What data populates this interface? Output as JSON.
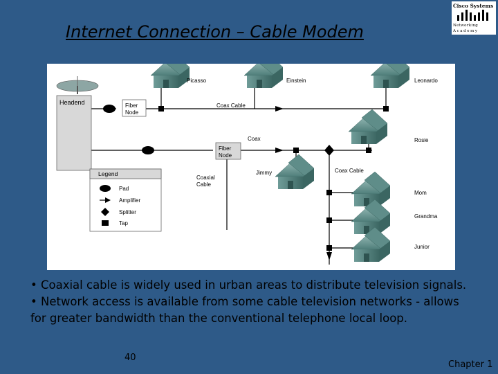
{
  "title": "Internet Connection – Cable Modem",
  "logo": {
    "line1": "Cisco Systems",
    "line2": "Networking",
    "line3": "Academy"
  },
  "diagram": {
    "headend": "Headend",
    "fiber_node_1": [
      "Fiber",
      "Node"
    ],
    "fiber_node_2": [
      "Fiber",
      "Node"
    ],
    "coax_cable_top": "Coax Cable",
    "coax_mid": "Coax",
    "coaxial_cable": [
      "Coaxial",
      "Cable"
    ],
    "coax_cable_right": "Coax Cable",
    "houses": {
      "picasso": "Picasso",
      "einstein": "Einstein",
      "leonardo": "Leonardo",
      "rosie": "Rosie",
      "jimmy": "Jimmy",
      "mom": "Mom",
      "grandma": "Grandma",
      "junior": "Junior"
    },
    "legend": {
      "title": "Legend",
      "pad": "Pad",
      "amplifier": "Amplifier",
      "splitter": "Splitter",
      "tap": "Tap"
    }
  },
  "bullets": [
    "• Coaxial cable is widely used in urban areas to distribute television signals.",
    "• Network access is available from some cable television networks - allows for greater bandwidth than the conventional telephone local loop."
  ],
  "page_number": "40",
  "footer": "Chapter 1"
}
